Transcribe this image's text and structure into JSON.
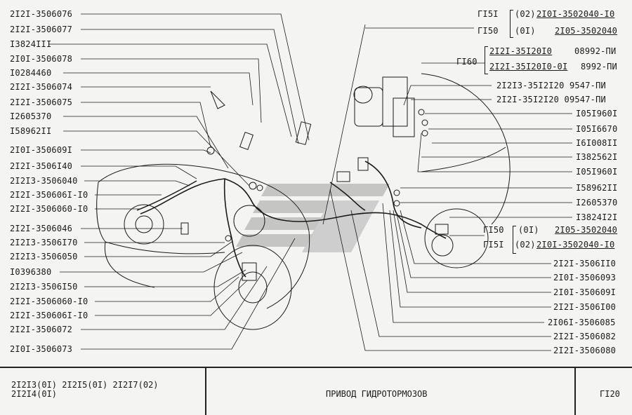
{
  "left_labels": [
    "2I2I-3506076",
    "2I2I-3506077",
    "I3824III",
    "2I0I-3506078",
    "I0284460",
    "2I2I-3506074",
    "2I2I-3506075",
    "I2605370",
    "I58962II",
    "2I0I-350609I",
    "2I2I-3506I40",
    "2I2I3-3506040",
    "2I2I-350606I-I0",
    "2I2I-3506060-I0",
    "2I2I-3506046",
    "2I2I3-3506I70",
    "2I2I3-3506050",
    "I0396380",
    "2I2I3-3506I50",
    "2I2I-3506060-I0",
    "2I2I-350606I-I0",
    "2I2I-3506072",
    "2I0I-3506073"
  ],
  "top_right_block": {
    "r1_code": "ГI5I",
    "r1_var": "(02)",
    "r1_part": "2I0I-3502040-I0",
    "r2_code": "ГI50",
    "r2_var": "(0I)",
    "r2_part": "2I05-3502040",
    "r3_code": "ГI60",
    "r3_part1": "2I2I-35I20I0",
    "r3_suffix1": "08992-ПИ",
    "r3_part2": "2I2I-35I20I0-0I",
    "r3_suffix2": "8992-ПИ",
    "r4": "2I2I3-35I2I20  9547-ПИ",
    "r5": "2I2I-35I2I20  09547-ПИ"
  },
  "right_labels": [
    "I05I960I",
    "I05I6670",
    "I6I008II",
    "I382562I",
    "I05I960I",
    "I58962II",
    "I2605370",
    "I3824I2I"
  ],
  "mid_right_block": {
    "r1_code": "ГI50",
    "r1_var": "(0I)",
    "r1_part": "2I05-3502040",
    "r2_code": "ГI5I",
    "r2_var": "(02)",
    "r2_part": "2I0I-3502040-I0"
  },
  "bottom_right_labels": [
    "2I2I-3506II0",
    "2I0I-3506093",
    "2I0I-350609I",
    "2I2I-3506I00",
    "2I06I-3506085",
    "2I2I-3506082",
    "2I2I-3506080"
  ],
  "footer": {
    "models_line1": "2I2I3(0I)  2I2I5(0I)  2I2I7(02)",
    "models_line2": "2I2I4(0I)",
    "title": "ПРИВОД  ГИДРОТОРМОЗОВ",
    "page_code": "ГI20"
  },
  "colors": {
    "ink": "#1a1a1a",
    "watermark": "#b9b9b9",
    "paper": "#f4f4f2"
  }
}
